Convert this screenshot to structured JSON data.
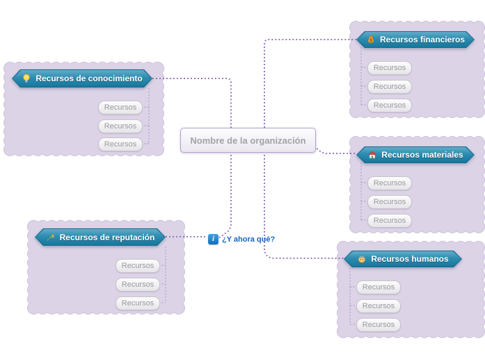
{
  "canvas": {
    "background": "#ffffff"
  },
  "center_topic": {
    "label": "Nombre de la organización"
  },
  "floating_topic": {
    "icon": "info-icon",
    "label": "¿Y ahora qué?"
  },
  "groups": [
    {
      "id": "conocimiento",
      "icon": "lightbulb-icon",
      "label": "Recursos de conocimiento",
      "children": [
        "Recursos",
        "Recursos",
        "Recursos"
      ]
    },
    {
      "id": "financieros",
      "icon": "money-bag-icon",
      "label": "Recursos financieros",
      "children": [
        "Recursos",
        "Recursos",
        "Recursos"
      ]
    },
    {
      "id": "materiales",
      "icon": "house-icon",
      "label": "Recursos materiales",
      "children": [
        "Recursos",
        "Recursos",
        "Recursos"
      ]
    },
    {
      "id": "reputacion",
      "icon": "flag-icon",
      "label": "Recursos de reputación",
      "children": [
        "Recursos",
        "Recursos",
        "Recursos"
      ]
    },
    {
      "id": "humanos",
      "icon": "person-icon",
      "label": "Recursos humanos",
      "children": [
        "Recursos",
        "Recursos",
        "Recursos"
      ]
    }
  ],
  "colors": {
    "group_fill": "#dcd3e7",
    "group_edge": "#cfc3dd",
    "topic_top": "#63adc9",
    "topic_bottom": "#17779d",
    "connector": "#9478bd",
    "child_connector": "#b7a4d2",
    "center_border": "#b2a1cb",
    "info_blue": "#1464c8"
  }
}
